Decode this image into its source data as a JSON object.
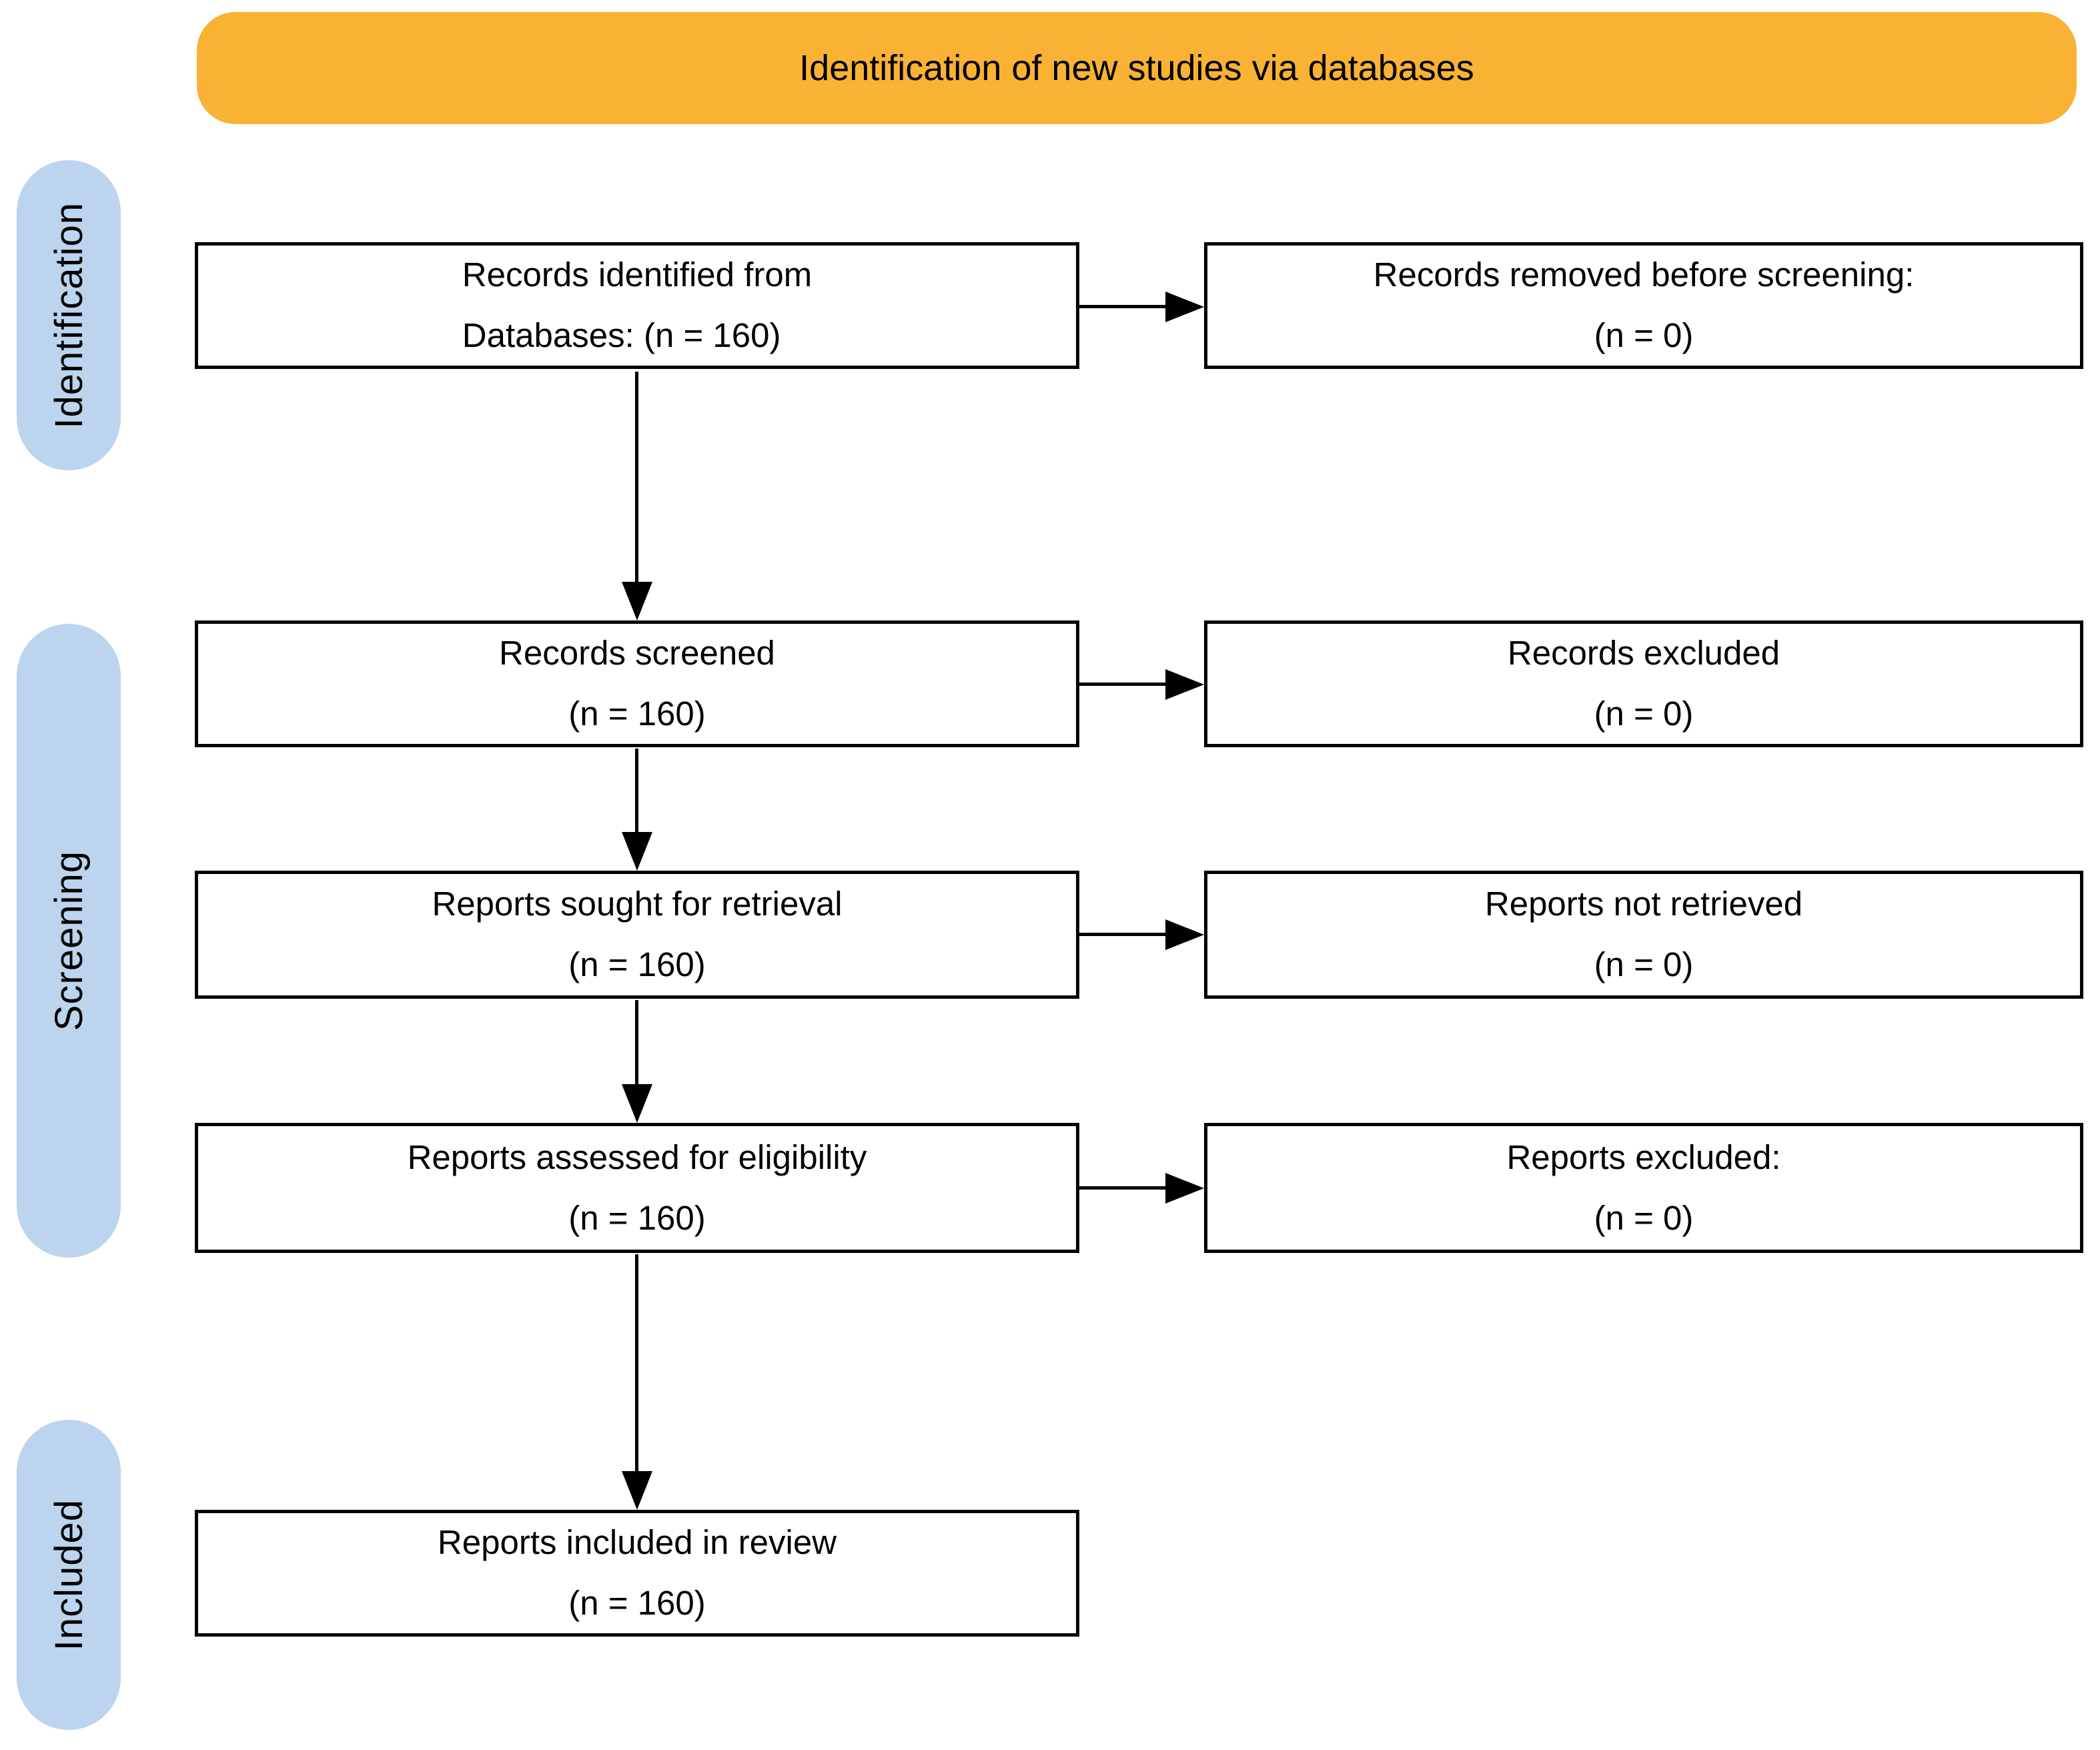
{
  "banner": {
    "label": "Identification of new studies via databases"
  },
  "colors": {
    "banner_bg": "#F9B234",
    "stage_bg": "#BDD4EE",
    "box_border": "#000000",
    "arrow": "#000000",
    "text": "#000000"
  },
  "stages": [
    {
      "label": "Identification"
    },
    {
      "label": "Screening"
    },
    {
      "label": "Included"
    }
  ],
  "flow": {
    "rows": [
      {
        "left": {
          "lines": [
            "Records identified from",
            "Databases: (n = 160)"
          ]
        },
        "right": {
          "lines": [
            "Records removed before screening:",
            "(n = 0)"
          ]
        }
      },
      {
        "left": {
          "lines": [
            "Records screened",
            "(n = 160)"
          ]
        },
        "right": {
          "lines": [
            "Records excluded",
            "(n = 0)"
          ]
        }
      },
      {
        "left": {
          "lines": [
            "Reports sought for retrieval",
            "(n = 160)"
          ]
        },
        "right": {
          "lines": [
            "Reports not retrieved",
            "(n = 0)"
          ]
        }
      },
      {
        "left": {
          "lines": [
            "Reports assessed for eligibility",
            "(n = 160)"
          ]
        },
        "right": {
          "lines": [
            "Reports excluded:",
            "(n = 0)"
          ]
        }
      },
      {
        "left": {
          "lines": [
            "Reports included in review",
            "(n = 160)"
          ]
        }
      }
    ]
  }
}
